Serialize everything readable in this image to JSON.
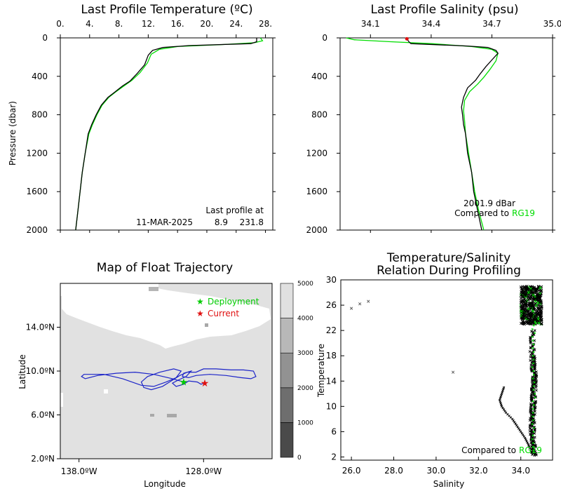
{
  "colors": {
    "obs": "#000000",
    "ref": "#00dd00",
    "deploy": "#00cc00",
    "current": "#e01010",
    "track": "#1c24c8",
    "land": "#e0e0e0"
  },
  "chart_data": [
    {
      "type": "line",
      "title": "Last Profile Temperature (ºC)",
      "ylabel": "Pressure (dbar)",
      "xlim": [
        0,
        29
      ],
      "ylim": [
        2000,
        0
      ],
      "xticks": [
        "0.",
        "4.",
        "8.",
        "12.",
        "16.",
        "20.",
        "24.",
        "28."
      ],
      "xtick_values": [
        0,
        4,
        8,
        12,
        16,
        20,
        24,
        28
      ],
      "yticks": [
        "0",
        "400",
        "800",
        "1200",
        "1600",
        "2000"
      ],
      "ytick_values": [
        0,
        400,
        800,
        1200,
        1600,
        2000
      ],
      "annotation": [
        "Last profile at",
        "11-MAR-2025",
        "8.9",
        "231.8"
      ],
      "series": [
        {
          "color": "obs",
          "points": [
            [
              26.8,
              0
            ],
            [
              26.8,
              40
            ],
            [
              26.0,
              60
            ],
            [
              17.5,
              80
            ],
            [
              14.0,
              100
            ],
            [
              12.6,
              130
            ],
            [
              12.0,
              180
            ],
            [
              11.5,
              280
            ],
            [
              10.5,
              370
            ],
            [
              9.5,
              450
            ],
            [
              8.5,
              500
            ],
            [
              7.5,
              560
            ],
            [
              6.5,
              620
            ],
            [
              5.6,
              700
            ],
            [
              4.9,
              800
            ],
            [
              4.3,
              900
            ],
            [
              3.8,
              1000
            ],
            [
              3.4,
              1200
            ],
            [
              3.0,
              1400
            ],
            [
              2.7,
              1600
            ],
            [
              2.4,
              1800
            ],
            [
              2.1,
              2000
            ]
          ]
        },
        {
          "color": "ref",
          "points": [
            [
              27.3,
              0
            ],
            [
              27.6,
              30
            ],
            [
              26.5,
              50
            ],
            [
              22.0,
              70
            ],
            [
              16.0,
              90
            ],
            [
              13.5,
              120
            ],
            [
              12.4,
              170
            ],
            [
              11.9,
              260
            ],
            [
              10.9,
              360
            ],
            [
              9.8,
              440
            ],
            [
              8.7,
              500
            ],
            [
              7.6,
              560
            ],
            [
              6.6,
              620
            ],
            [
              5.7,
              700
            ],
            [
              5.0,
              800
            ],
            [
              4.4,
              900
            ],
            [
              3.9,
              1000
            ],
            [
              3.4,
              1200
            ],
            [
              3.0,
              1400
            ],
            [
              2.7,
              1600
            ],
            [
              2.4,
              1800
            ],
            [
              2.1,
              2000
            ]
          ]
        }
      ]
    },
    {
      "type": "line",
      "title": "Last Profile Salinity (psu)",
      "xlim": [
        33.95,
        35.0
      ],
      "ylim": [
        2000,
        0
      ],
      "xticks": [
        "34.1",
        "34.4",
        "34.7",
        "35.0"
      ],
      "xtick_values": [
        34.1,
        34.4,
        34.7,
        35.0
      ],
      "yticks": [
        "0",
        "400",
        "800",
        "1200",
        "1600",
        "2000"
      ],
      "ytick_values": [
        0,
        400,
        800,
        1200,
        1600,
        2000
      ],
      "annotation": [
        "2001.9 dBar",
        "Compared to",
        "RG19"
      ],
      "series": [
        {
          "color": "obs",
          "points": [
            [
              34.28,
              10
            ],
            [
              34.29,
              40
            ],
            [
              34.3,
              60
            ],
            [
              34.58,
              85
            ],
            [
              34.68,
              100
            ],
            [
              34.72,
              130
            ],
            [
              34.73,
              160
            ],
            [
              34.7,
              230
            ],
            [
              34.67,
              300
            ],
            [
              34.64,
              380
            ],
            [
              34.62,
              440
            ],
            [
              34.58,
              520
            ],
            [
              34.56,
              620
            ],
            [
              34.55,
              720
            ],
            [
              34.555,
              800
            ],
            [
              34.56,
              900
            ],
            [
              34.57,
              1000
            ],
            [
              34.58,
              1200
            ],
            [
              34.6,
              1400
            ],
            [
              34.61,
              1600
            ],
            [
              34.63,
              1800
            ],
            [
              34.65,
              2000
            ]
          ]
        },
        {
          "color": "ref",
          "points": [
            [
              33.98,
              0
            ],
            [
              34.02,
              20
            ],
            [
              34.2,
              40
            ],
            [
              34.4,
              60
            ],
            [
              34.6,
              90
            ],
            [
              34.7,
              120
            ],
            [
              34.73,
              160
            ],
            [
              34.72,
              240
            ],
            [
              34.69,
              330
            ],
            [
              34.66,
              410
            ],
            [
              34.63,
              480
            ],
            [
              34.59,
              560
            ],
            [
              34.565,
              650
            ],
            [
              34.56,
              760
            ],
            [
              34.565,
              860
            ],
            [
              34.57,
              1000
            ],
            [
              34.585,
              1200
            ],
            [
              34.6,
              1400
            ],
            [
              34.615,
              1600
            ],
            [
              34.635,
              1800
            ],
            [
              34.66,
              2000
            ]
          ]
        }
      ]
    },
    {
      "type": "scatter",
      "title": "Map of Float Trajectory",
      "xlabel": "Longitude",
      "ylabel": "Latitude",
      "xlim": [
        -139.5,
        -122.5
      ],
      "ylim": [
        2,
        18
      ],
      "xticks": [
        "138.0ºW",
        "128.0ºW"
      ],
      "xtick_values": [
        -138,
        -128
      ],
      "yticks": [
        "2.0ºN",
        "6.0ºN",
        "10.0ºN",
        "14.0ºN"
      ],
      "ytick_values": [
        2,
        6,
        10,
        14
      ],
      "legend": [
        {
          "label": "Deployment",
          "color": "deploy"
        },
        {
          "label": "Current",
          "color": "current"
        }
      ],
      "colorbar_ticks": [
        "0",
        "1000",
        "2000",
        "3000",
        "4000",
        "5000"
      ],
      "deployment": [
        -129.6,
        9.0
      ],
      "current": [
        -127.9,
        8.9
      ],
      "trajectory": [
        [
          -129.6,
          9.0
        ],
        [
          -130.5,
          9.3
        ],
        [
          -132.0,
          9.7
        ],
        [
          -133.5,
          9.9
        ],
        [
          -135.0,
          9.8
        ],
        [
          -136.5,
          9.6
        ],
        [
          -137.5,
          9.3
        ],
        [
          -137.8,
          9.5
        ],
        [
          -137.6,
          9.7
        ],
        [
          -136.0,
          9.7
        ],
        [
          -134.5,
          9.3
        ],
        [
          -133.0,
          8.7
        ],
        [
          -132.0,
          8.6
        ],
        [
          -131.0,
          9.0
        ],
        [
          -130.2,
          9.4
        ],
        [
          -129.8,
          10.0
        ],
        [
          -130.4,
          10.2
        ],
        [
          -131.5,
          9.9
        ],
        [
          -132.5,
          9.5
        ],
        [
          -133.0,
          9.0
        ],
        [
          -132.8,
          8.5
        ],
        [
          -132.2,
          8.3
        ],
        [
          -131.3,
          8.6
        ],
        [
          -130.6,
          9.1
        ],
        [
          -129.9,
          9.6
        ],
        [
          -129.3,
          9.9
        ],
        [
          -128.6,
          9.9
        ],
        [
          -128.0,
          10.2
        ],
        [
          -127.0,
          10.2
        ],
        [
          -125.8,
          10.1
        ],
        [
          -124.8,
          10.1
        ],
        [
          -124.0,
          10.0
        ],
        [
          -123.8,
          9.5
        ],
        [
          -124.2,
          9.3
        ],
        [
          -125.0,
          9.4
        ],
        [
          -126.2,
          9.6
        ],
        [
          -127.5,
          9.7
        ],
        [
          -128.6,
          9.6
        ],
        [
          -129.2,
          9.4
        ],
        [
          -129.7,
          9.5
        ],
        [
          -129.6,
          9.8
        ],
        [
          -129.0,
          10.0
        ],
        [
          -129.4,
          9.5
        ],
        [
          -130.0,
          9.2
        ],
        [
          -130.5,
          8.9
        ],
        [
          -130.2,
          8.6
        ],
        [
          -129.6,
          8.8
        ],
        [
          -129.2,
          9.1
        ],
        [
          -128.5,
          9.0
        ],
        [
          -128.2,
          8.8
        ],
        [
          -128.0,
          8.9
        ]
      ]
    },
    {
      "type": "scatter",
      "title": "Temperature/Salinity",
      "subtitle": "Relation During Profiling",
      "xlabel": "Salinity",
      "ylabel": "Temperature",
      "xlim": [
        25.5,
        35.5
      ],
      "ylim": [
        1.5,
        30
      ],
      "xticks": [
        "26.0",
        "28.0",
        "30.0",
        "32.0",
        "34.0"
      ],
      "xtick_values": [
        26,
        28,
        30,
        32,
        34
      ],
      "yticks": [
        "2",
        "6",
        "10",
        "14",
        "18",
        "22",
        "26",
        "30"
      ],
      "ytick_values": [
        2,
        6,
        10,
        14,
        18,
        22,
        26,
        30
      ],
      "annotation": [
        "Compared to",
        "RG19"
      ],
      "outliers": [
        [
          26.0,
          25.5
        ],
        [
          26.4,
          26.2
        ],
        [
          26.8,
          26.6
        ],
        [
          30.8,
          15.4
        ]
      ],
      "dense_cluster": {
        "s_range": [
          34.0,
          35.0
        ],
        "t_range": [
          23.0,
          29.0
        ],
        "count": 500
      },
      "dense_column": [
        [
          34.55,
          22
        ],
        [
          34.55,
          18
        ],
        [
          34.6,
          16
        ],
        [
          34.65,
          14
        ],
        [
          34.6,
          12
        ],
        [
          34.58,
          10
        ],
        [
          34.55,
          8
        ],
        [
          34.55,
          6
        ],
        [
          34.58,
          4
        ],
        [
          34.62,
          2.2
        ]
      ],
      "deep_branch": [
        [
          33.2,
          13.0
        ],
        [
          33.1,
          12.0
        ],
        [
          33.0,
          11.0
        ],
        [
          33.1,
          10.0
        ],
        [
          33.3,
          9.0
        ],
        [
          33.6,
          8.0
        ],
        [
          33.8,
          7.0
        ],
        [
          34.0,
          6.0
        ],
        [
          34.2,
          5.0
        ],
        [
          34.35,
          4.0
        ],
        [
          34.45,
          3.2
        ]
      ]
    }
  ]
}
